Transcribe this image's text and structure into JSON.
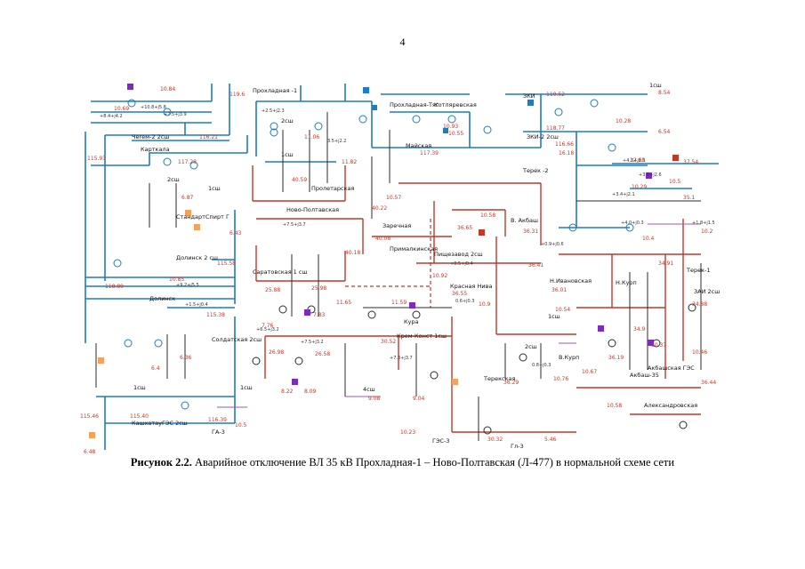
{
  "page": {
    "number": "4"
  },
  "caption": {
    "label": "Рисунок 2.2.",
    "text": " Аварийное отключение ВЛ 35 кВ Прохладная-1 – Ново-Полтавская (Л-477) в нормальной схеме сети"
  },
  "colors": {
    "bus_blue": "#1e7bc4",
    "line_red": "#c0392b",
    "line_dark": "#2b2b2b",
    "text_red": "#c0392b",
    "purple": "#7b2cbf",
    "orange": "#f5a25d",
    "violet_line": "#9b59b6"
  },
  "substations": [
    {
      "id": "prokhladnaya1",
      "name": "Прохладная -1"
    },
    {
      "id": "chegem2",
      "name": "Чеrем-2 2сш"
    },
    {
      "id": "kartkala",
      "name": "Карткала"
    },
    {
      "id": "mayskaya",
      "name": "Майская"
    },
    {
      "id": "proletarskaya",
      "name": "Пролетарская"
    },
    {
      "id": "novopoltavskaya",
      "name": "Ново-Полтавская"
    },
    {
      "id": "zarechnaya",
      "name": "Заречная"
    },
    {
      "id": "primalkinskaya",
      "name": "Прималкинская"
    },
    {
      "id": "saratovskaya",
      "name": "Саратовская 1 сш"
    },
    {
      "id": "soldatskaya",
      "name": "Солдатская 2сш"
    },
    {
      "id": "dolinsk2",
      "name": "Долинск 2 сш"
    },
    {
      "id": "dolinsk",
      "name": "Долинск"
    },
    {
      "id": "kashkhatau",
      "name": "КашхатауГЭС 2сш"
    },
    {
      "id": "ga3",
      "name": "ГА-3"
    },
    {
      "id": "kura",
      "name": "Кура"
    },
    {
      "id": "kremkonst",
      "name": "Крем-Конст 1сш"
    },
    {
      "id": "krasnaya_niva",
      "name": "Красная Нива"
    },
    {
      "id": "terek2",
      "name": "Терек -2"
    },
    {
      "id": "terek1",
      "name": "Терек-1"
    },
    {
      "id": "zki",
      "name": "ЗКИ"
    },
    {
      "id": "zki2",
      "name": "ЗКИ-2 2сш"
    },
    {
      "id": "n_ivanovskaya",
      "name": "Н.Ивановская"
    },
    {
      "id": "n_kurp",
      "name": "Н.Курп"
    },
    {
      "id": "v_kurp",
      "name": "В.Курп"
    },
    {
      "id": "terekskaya",
      "name": "Терекская"
    },
    {
      "id": "akbash",
      "name": "В. Акбаш"
    },
    {
      "id": "akbash35",
      "name": "Акбаш-35"
    },
    {
      "id": "aleksandrovskaya",
      "name": "Александровская"
    },
    {
      "id": "zai2",
      "name": "ЗАИ 2сш"
    },
    {
      "id": "akbash_ges",
      "name": "Акбашская ГЭС"
    },
    {
      "id": "ges3",
      "name": "ГЭС-3"
    },
    {
      "id": "ga3b",
      "name": "Гл-3"
    },
    {
      "id": "standard",
      "name": "СтандартСпирт Г"
    },
    {
      "id": "pishchezavod",
      "name": "Пищезавод 2сш"
    },
    {
      "id": "kotlyarevskaya",
      "name": "Котляревская"
    },
    {
      "id": "prokhladnaya_tyag",
      "name": "Прохладная-Тяг"
    }
  ],
  "voltages": {
    "v1": "10.84",
    "v2": "10.69",
    "v3": "116.21",
    "v4": "115.93",
    "v5": "117.28",
    "v6": "119.6",
    "v7": "11.06",
    "v8": "40.59",
    "v9": "11.82",
    "v10": "117.39",
    "v11": "10.93",
    "v12": "10.58",
    "v13": "36.65",
    "v14": "36.31",
    "v15": "116.66",
    "v16": "37.54",
    "v17": "10.5",
    "v18": "35.1",
    "v19": "10.29",
    "v20": "115.58",
    "v21": "118.89",
    "v22": "10.85",
    "v23": "115.38",
    "v24": "25.88",
    "v25": "25.98",
    "v26": "7.76",
    "v27": "7.83",
    "v28": "11.65",
    "v29": "11.59",
    "v30": "26.98",
    "v31": "26.58",
    "v32": "8.22",
    "v33": "8.09",
    "v34": "9.08",
    "v35": "9.04",
    "v36": "30.52",
    "v37": "30.32",
    "v38": "5.46",
    "v39": "10.23",
    "v40": "36.41",
    "v41": "36.55",
    "v42": "36.29",
    "v43": "10.76",
    "v44": "10.67",
    "v45": "36.19",
    "v46": "10.58",
    "v47": "36.44",
    "v48": "34.91",
    "v49": "34.88",
    "v50": "34.9",
    "v51": "10.46",
    "v52": "10.37",
    "v53": "10.2",
    "v54": "10.4",
    "v55": "116.39",
    "v56": "115.46",
    "v57": "115.40",
    "v58": "10.5",
    "v59": "6.48",
    "v60": "6.43",
    "v61": "6.87",
    "v62": "6.36",
    "v63": "6.4",
    "v64": "40.08",
    "v65": "40.18",
    "v66": "40.22",
    "v67": "10.57",
    "v68": "10.92",
    "v69": "10.9",
    "v70": "10.54",
    "v71": "8.54",
    "v72": "10.28",
    "v73": "6.54",
    "v74": "118.77",
    "v75": "119.52",
    "v76": "10.55",
    "v77": "16.18",
    "v78": "12.68",
    "v79": "36.01"
  },
  "flows": {
    "f1": "+10.8+j5.8",
    "f2": "+8.4+j4.2",
    "f3": "+2.5+j2.3",
    "f4": "+7.5+j3.7",
    "f5": "3.5+j2.2",
    "f6": "+6.5+j3.2",
    "f7": "+0.9+j0.6",
    "f8": "+7.5+j3.2",
    "f9": "+9.2+j5.5",
    "f10": "+1.5+j0.4",
    "f11": "+0.5+j0.4",
    "f12": "0.6+j0.3",
    "f13": "+3.8+j2.6",
    "f14": "+3.4+j2.1",
    "f15": "+4.0+j0.3",
    "f16": "+7.5+j3.9",
    "f17": "0.8+j0.3",
    "f18": "+7.3+j3.7",
    "f19": "+4.3+j2.1",
    "f20": "+1.8+j1.5"
  },
  "bus_labels": {
    "b1": "1сш",
    "b2": "2сш",
    "b3": "1сш",
    "b4": "2сш",
    "b5": "1сш",
    "b6": "4сш",
    "b7": "1сш",
    "b8": "1сш",
    "b9": "2сш",
    "b10": "1сш"
  }
}
